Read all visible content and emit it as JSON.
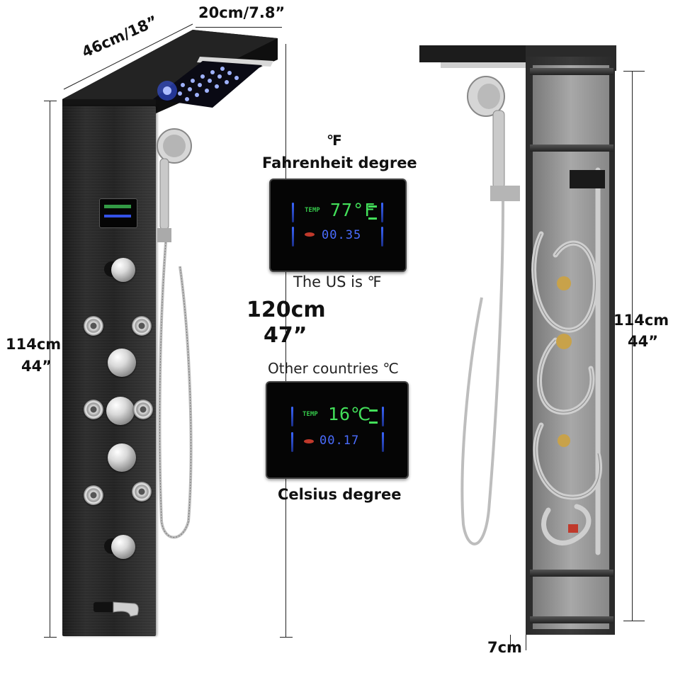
{
  "dimensions": {
    "top_depth": "20cm/7.8”",
    "top_width": "46cm/18”",
    "left_height_cm": "114cm",
    "left_height_in": "44”",
    "total_height_cm": "120cm",
    "total_height_in": "47”",
    "right_height_cm": "114cm",
    "right_height_in": "44”",
    "bottom_depth": "7cm"
  },
  "fahrenheit": {
    "unit_symbol": "℉",
    "heading": "Fahrenheit degree",
    "note": "The US is ℉",
    "display": {
      "temp_tag": "TEMP",
      "temp_value": "77°F",
      "time_value": "00.35"
    }
  },
  "celsius": {
    "note": "Other countries ℃",
    "heading": "Celsius degree",
    "display": {
      "temp_tag": "TEMP",
      "temp_value": "16℃",
      "time_value": "00.17"
    }
  },
  "colors": {
    "panel": "#242424",
    "lcd_green": "#43e05a",
    "lcd_blue": "#4a6dff",
    "led_blue": "#3a5bff"
  }
}
